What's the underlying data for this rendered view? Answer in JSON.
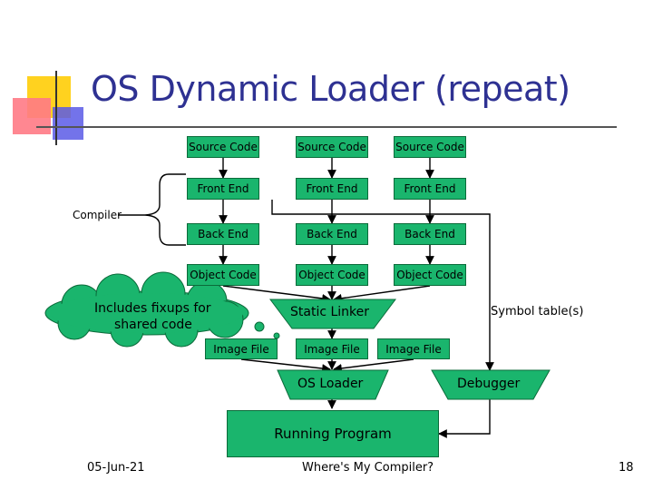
{
  "title": "OS Dynamic Loader (repeat)",
  "columns": [
    {
      "source": "Source Code",
      "front": "Front End",
      "back": "Back End",
      "object": "Object Code"
    },
    {
      "source": "Source Code",
      "front": "Front End",
      "back": "Back End",
      "object": "Object Code"
    },
    {
      "source": "Source Code",
      "front": "Front End",
      "back": "Back End",
      "object": "Object Code"
    }
  ],
  "compiler_label": "Compiler",
  "cloud_text_line1": "Includes fixups for",
  "cloud_text_line2": "shared code",
  "static_linker": "Static Linker",
  "symbol_tables": "Symbol table(s)",
  "image_files": [
    "Image File",
    "Image File",
    "Image File"
  ],
  "os_loader": "OS Loader",
  "debugger": "Debugger",
  "running_program": "Running Program",
  "footer": {
    "date": "05-Jun-21",
    "center": "Where's My Compiler?",
    "page": "18"
  },
  "colors": {
    "box_fill": "#1ab56d",
    "title": "#2e3192",
    "accent_yellow": "#ffd21f",
    "accent_red": "#ff4f5e",
    "accent_blue": "#3b3bd6"
  }
}
